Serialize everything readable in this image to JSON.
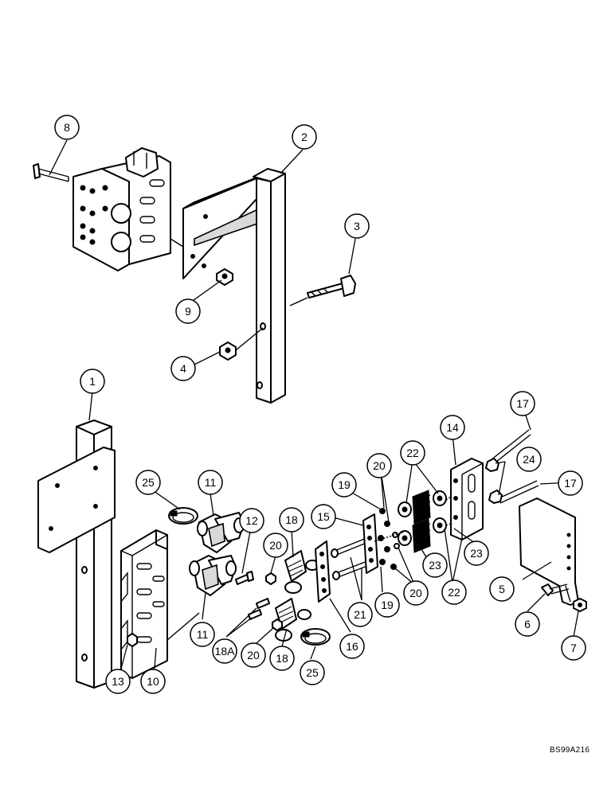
{
  "drawing_code": "BS99A216",
  "callouts": {
    "c1": "1",
    "c2": "2",
    "c3": "3",
    "c4": "4",
    "c5": "5",
    "c6": "6",
    "c7": "7",
    "c8": "8",
    "c9": "9",
    "c10": "10",
    "c11a": "11",
    "c11b": "11",
    "c12": "12",
    "c13": "13",
    "c14": "14",
    "c15": "15",
    "c16": "16",
    "c17a": "17",
    "c17b": "17",
    "c18a": "18",
    "c18b": "18",
    "c18A": "18A",
    "c19a": "19",
    "c19b": "19",
    "c20a": "20",
    "c20b": "20",
    "c20c": "20",
    "c20d": "20",
    "c21": "21",
    "c22a": "22",
    "c22b": "22",
    "c23a": "23",
    "c23b": "23",
    "c24": "24",
    "c25a": "25",
    "c25b": "25"
  }
}
